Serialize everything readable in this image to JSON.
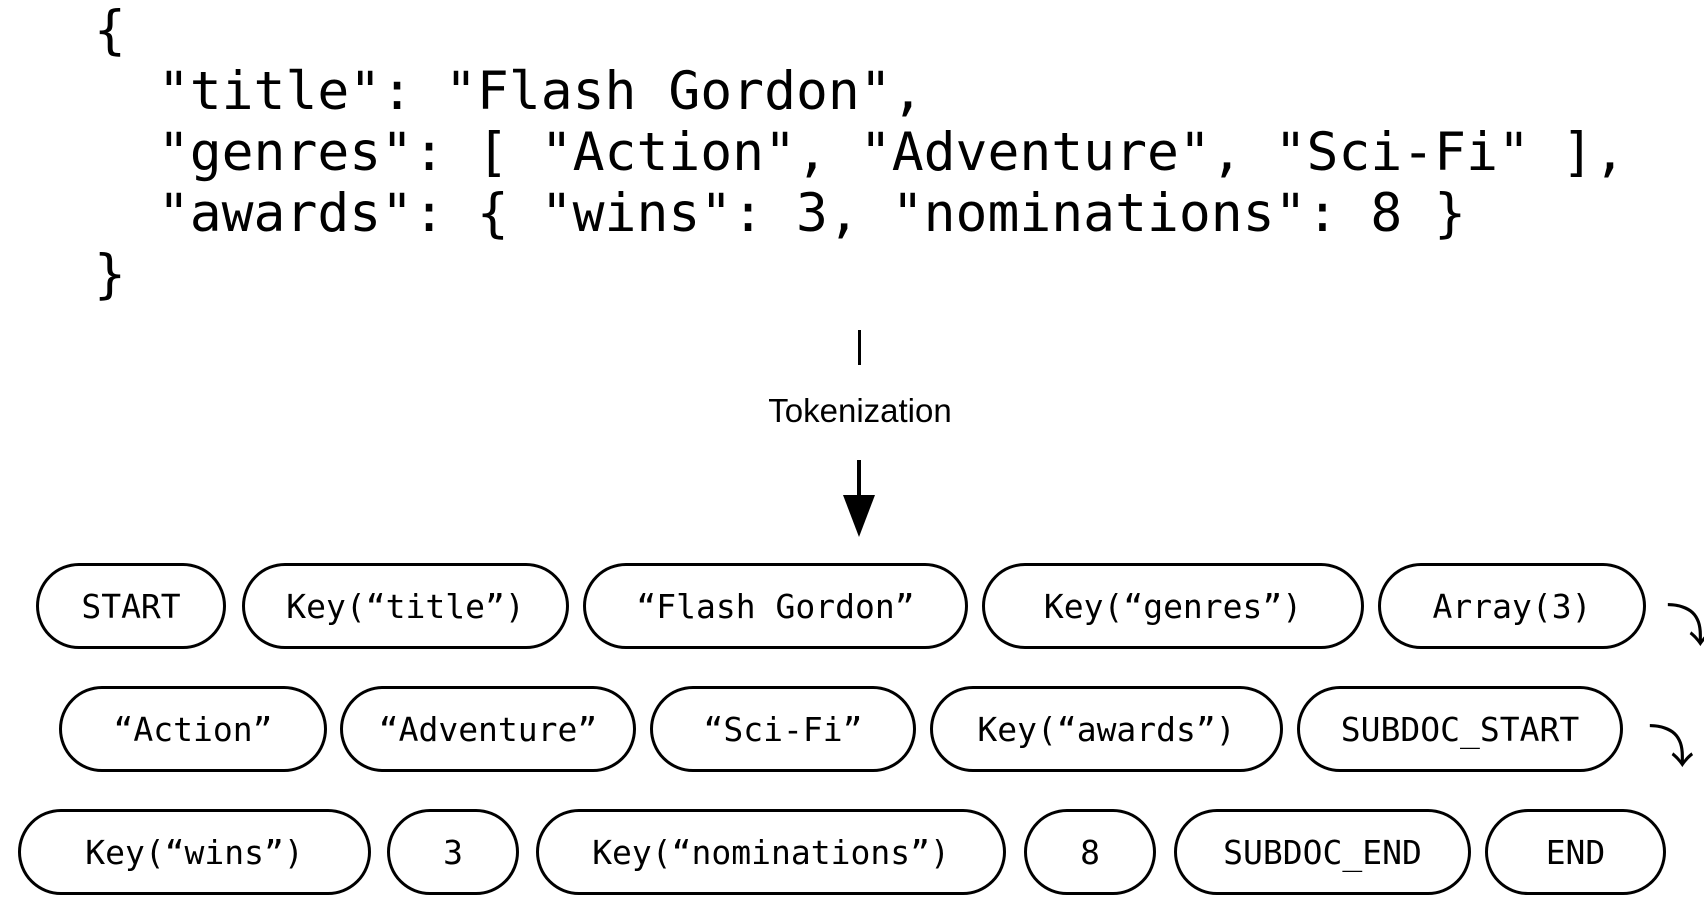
{
  "json_document": {
    "lines": [
      "{",
      "  \"title\": \"Flash Gordon\",",
      "  \"genres\": [ \"Action\", \"Adventure\", \"Sci-Fi\" ],",
      "  \"awards\": { \"wins\": 3, \"nominations\": 8 }",
      "}"
    ]
  },
  "step_label": "Tokenization",
  "tokens": {
    "row1": [
      "START",
      "Key(“title”)",
      "“Flash Gordon”",
      "Key(“genres”)",
      "Array(3)"
    ],
    "row2": [
      "“Action”",
      "“Adventure”",
      "“Sci-Fi”",
      "Key(“awards”)",
      "SUBDOC_START"
    ],
    "row3": [
      "Key(“wins”)",
      "3",
      "Key(“nominations”)",
      "8",
      "SUBDOC_END",
      "END"
    ]
  },
  "icons": {
    "row_wrap": "curved-arrow-icon"
  }
}
